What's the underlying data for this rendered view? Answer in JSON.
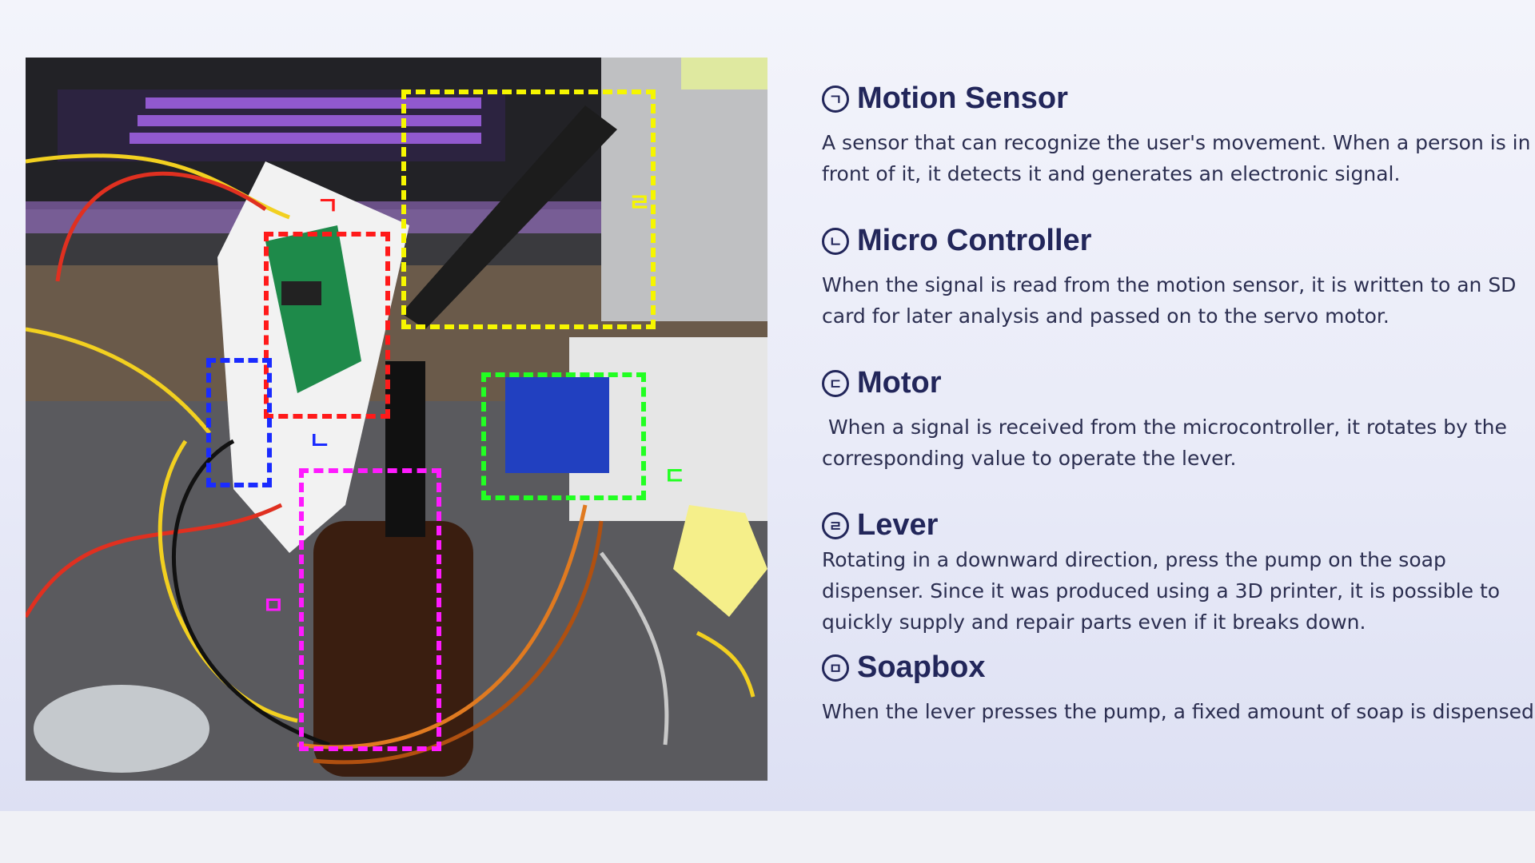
{
  "photo": {
    "alt": "",
    "callouts": [
      {
        "id": "motion",
        "color": "#ff1a1a",
        "marker": "ㄱ"
      },
      {
        "id": "micro",
        "color": "#1a2bff",
        "marker": "ㄴ"
      },
      {
        "id": "motor",
        "color": "#22ff22",
        "marker": "ㄷ"
      },
      {
        "id": "lever",
        "color": "#f6f600",
        "marker": "ㄹ"
      },
      {
        "id": "soapbox",
        "color": "#ff1aff",
        "marker": "ㅁ"
      }
    ]
  },
  "items": [
    {
      "glyph": "ㄱ",
      "title": "Motion Sensor",
      "body": "A sensor that can recognize the user's movement. When a person is in\nfront of it, it detects it and generates an electronic signal."
    },
    {
      "glyph": "ㄴ",
      "title": "Micro Controller",
      "body": "When the signal is read from the motion sensor, it is written to an SD\ncard for later analysis and passed on to the servo motor."
    },
    {
      "glyph": "ㄷ",
      "title": "Motor",
      "body": " When a signal is received from the microcontroller, it rotates by the\ncorresponding value to operate the lever."
    },
    {
      "glyph": "ㄹ",
      "title": "Lever",
      "body": "Rotating in a downward direction, press the pump on the soap\ndispenser. Since it was produced using a 3D printer, it is possible to\nquickly supply and repair parts even if it breaks down."
    },
    {
      "glyph": "ㅁ",
      "title": "Soapbox",
      "body": "When the lever presses the pump, a fixed amount of soap is dispensed."
    }
  ],
  "colors": {
    "title": "#22265a",
    "body": "#2b2e50"
  }
}
